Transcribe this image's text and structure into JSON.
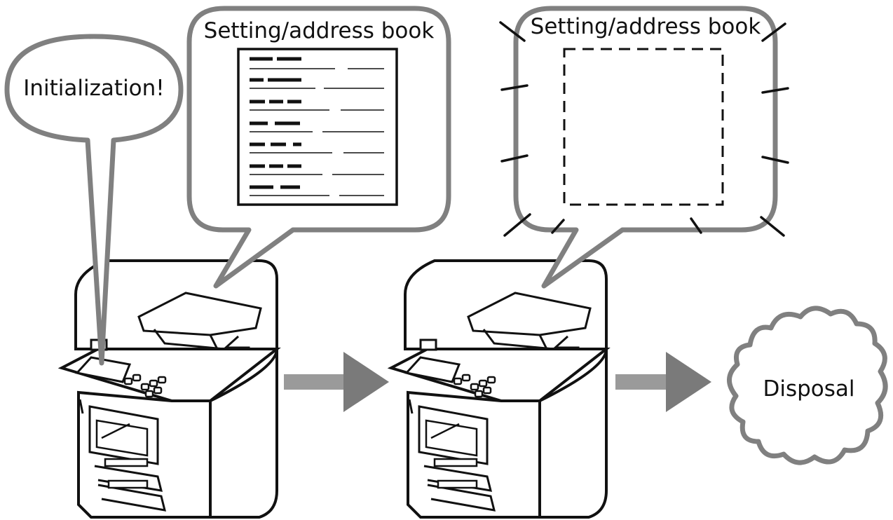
{
  "bubbles": {
    "initialization": {
      "text": "Initialization!"
    },
    "settings_present": {
      "title": "Setting/address book"
    },
    "settings_erased": {
      "title": "Setting/address book"
    }
  },
  "disposal": {
    "text": "Disposal"
  },
  "colors": {
    "outline": "#808080",
    "arrow": "#9a9a9a",
    "arrow_head": "#7a7a7a",
    "ink": "#111111"
  },
  "icons": {
    "printer_before": "printer-icon",
    "printer_after": "printer-icon",
    "arrow_1": "arrow-right-icon",
    "arrow_2": "arrow-right-icon",
    "document": "document-icon",
    "cloud": "cloud-icon"
  }
}
